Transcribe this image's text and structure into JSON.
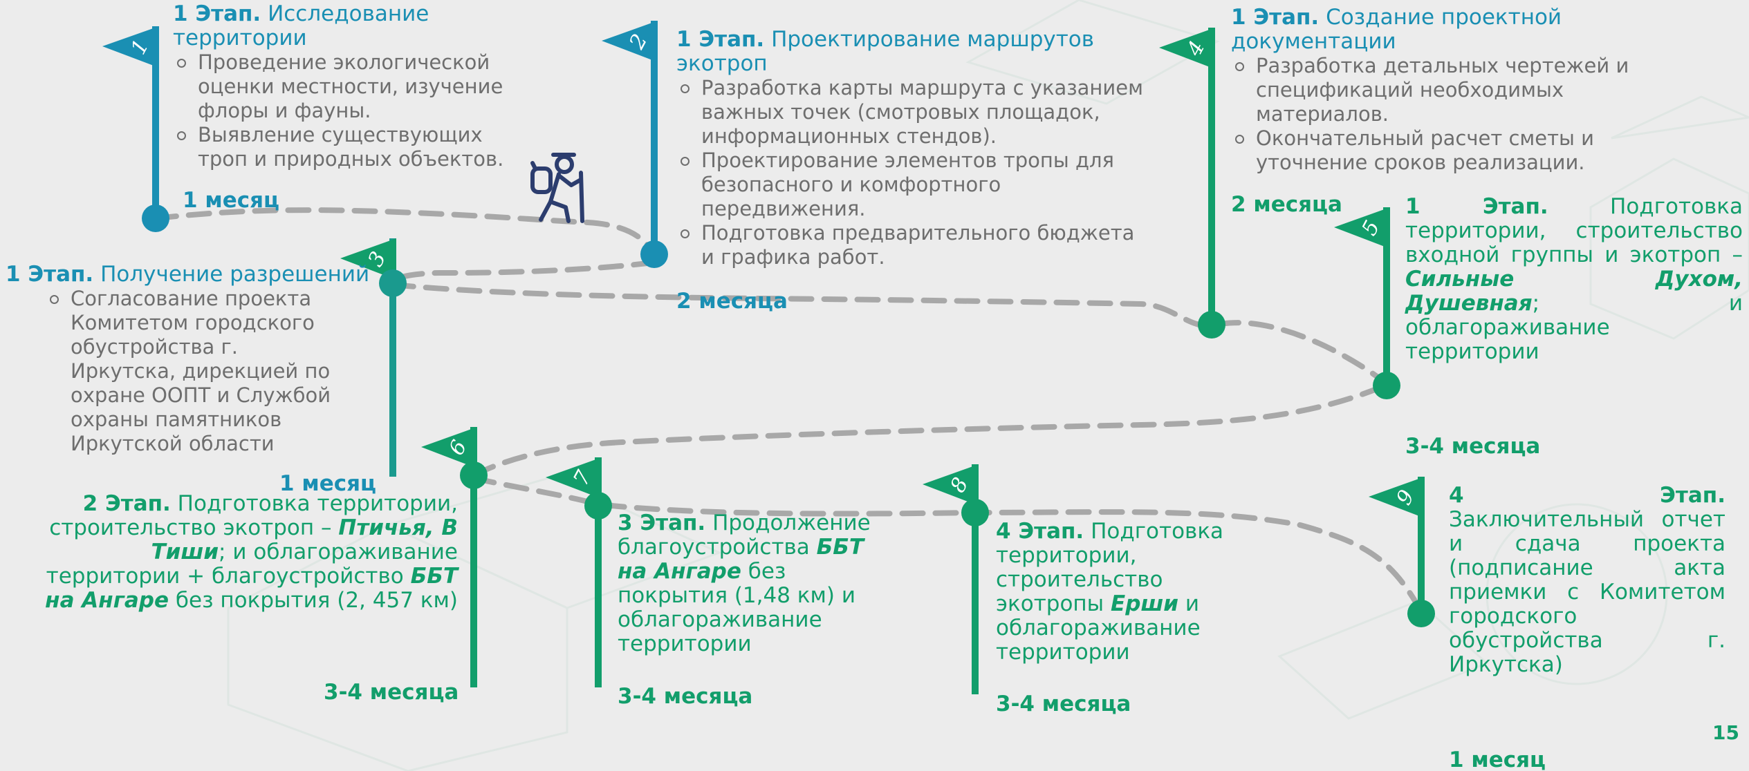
{
  "colors": {
    "blue": "#1a8fb3",
    "green": "#129e6b",
    "path": "#a8a8a8",
    "text": "#6e6e6e",
    "hiker": "#2c3d6e",
    "bg": "#ececec"
  },
  "page_number": "15",
  "hiker_icon": "hiker-icon",
  "stages": [
    {
      "flag": "1",
      "prefix": "1 Этап.",
      "title": "Исследование территории",
      "items": [
        "Проведение экологической оценки местности, изучение флоры и фауны.",
        "Выявление существующих троп и природных объектов."
      ],
      "duration": "1 месяц"
    },
    {
      "flag": "2",
      "prefix": "1 Этап.",
      "title": "Проектирование маршрутов экотроп",
      "items": [
        "Разработка карты маршрута с указанием важных точек (смотровых площадок, информационных стендов).",
        "Проектирование элементов тропы для безопасного и комфортного передвижения.",
        "Подготовка предварительного бюджета и графика работ."
      ],
      "duration": "2 месяца"
    },
    {
      "flag": "3",
      "prefix": "1 Этап.",
      "title": "Получение разрешений",
      "items": [
        "Согласование проекта Комитетом городского обустройства г. Иркутска, дирекцией по охране ООПТ и Службой охраны памятников Иркутской области"
      ],
      "duration": "1 месяц"
    },
    {
      "flag": "4",
      "prefix": "1 Этап.",
      "title": "Создание проектной документации",
      "items": [
        "Разработка детальных чертежей и спецификаций необходимых материалов.",
        "Окончательный расчет сметы и уточнение сроков реализации."
      ],
      "duration": "2 месяца"
    },
    {
      "flag": "5",
      "prefix": "1 Этап.",
      "text_a": "Подготовка территории, строительство входной группы и экотроп –",
      "emph": "Сильные Духом, Душевная",
      "text_b": "; и облагораживание территории",
      "duration": "3-4 месяца"
    },
    {
      "flag": "6",
      "prefix": "2 Этап.",
      "text_a": "Подготовка территории, строительство экотроп –",
      "emph": "Птичья, В Тиши",
      "text_b": "; и облагораживание территории + благоустройство",
      "emph2": "ББТ на Ангаре",
      "text_c": "без покрытия (2, 457 км)",
      "duration": "3-4 месяца"
    },
    {
      "flag": "7",
      "prefix": "3 Этап.",
      "text_a": "Продолжение благоустройства",
      "emph": "ББТ на Ангаре",
      "text_b": "без покрытия (1,48 км) и облагораживание территории",
      "duration": "3-4 месяца"
    },
    {
      "flag": "8",
      "prefix": "4 Этап.",
      "text_a": "Подготовка территории, строительство экотропы",
      "emph": "Ерши",
      "text_b": "и облагораживание территории",
      "duration": "3-4 месяца"
    },
    {
      "flag": "9",
      "prefix": "4 Этап.",
      "title": "Заключительный отчет и сдача проекта (подписание акта приемки с Комитетом городского обустройства г. Иркутска)",
      "duration": "1 месяц"
    }
  ]
}
